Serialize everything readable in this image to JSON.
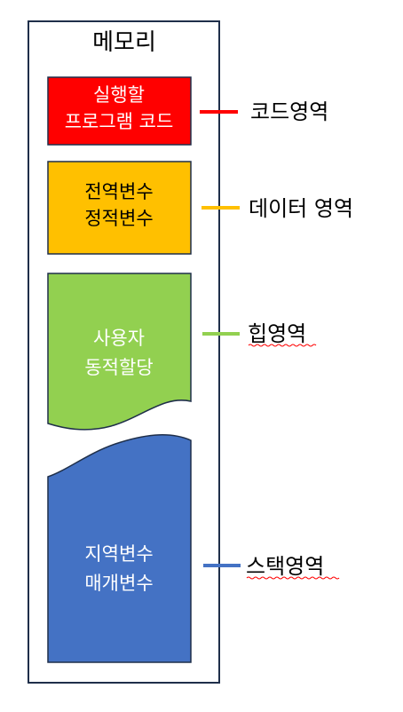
{
  "memory": {
    "title": "메모리"
  },
  "segments": [
    {
      "key": "code",
      "lines": [
        "실행할",
        "프로그램 코드"
      ],
      "label": "코드영역",
      "fill": "#ff0000",
      "line_color": "#ff0000",
      "text_color": "#ffffff"
    },
    {
      "key": "data",
      "lines": [
        "전역변수",
        "정적변수"
      ],
      "label": "데이터 영역",
      "fill": "#ffc000",
      "line_color": "#ffc000",
      "text_color": "#000000"
    },
    {
      "key": "heap",
      "lines": [
        "사용자",
        "동적할당"
      ],
      "label": "힙영역",
      "fill": "#92d050",
      "line_color": "#92d050",
      "text_color": "#ffffff"
    },
    {
      "key": "stack",
      "lines": [
        "지역변수",
        "매개변수"
      ],
      "label": "스택영역",
      "fill": "#4472c4",
      "line_color": "#4472c4",
      "text_color": "#ffffff"
    }
  ],
  "colors": {
    "outline": "#1f2f4a",
    "spellcheck_underline": "#ff0000"
  }
}
